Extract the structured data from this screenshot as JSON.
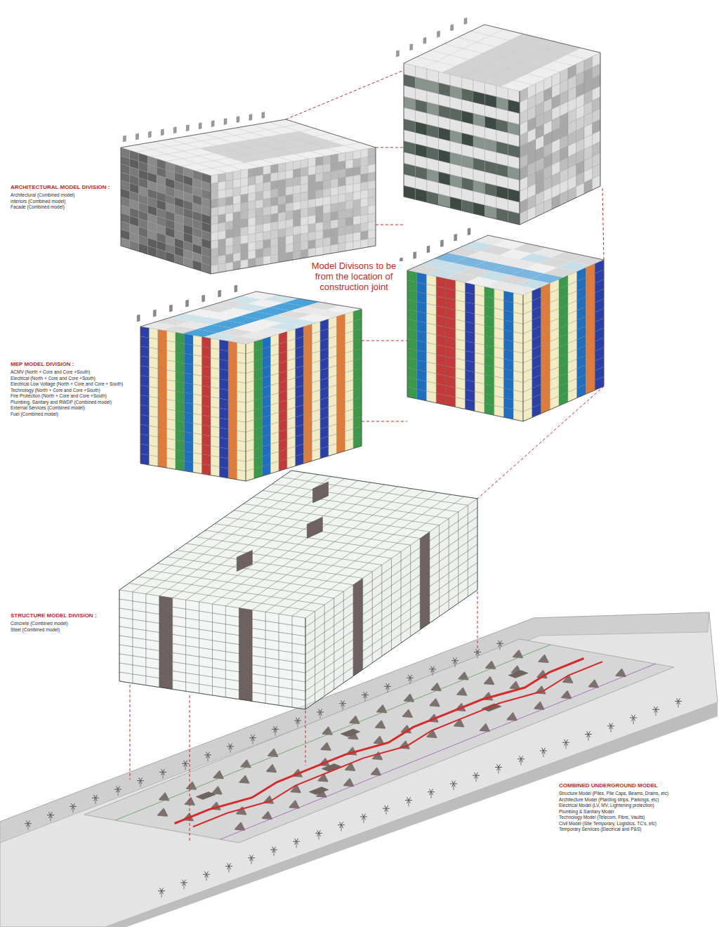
{
  "diagram": {
    "labels": [
      "ARCHITECTURAL MODEL DIVISION :",
      "Architectural (Combined model)",
      "interiors (Combined model)",
      "Facade (Combined model)",
      "Model Divisons to be from the location of construction joint",
      "MEP MODEL DIVISION :",
      "ACMV (North + Core and Core +South)",
      "Electrical (North + Core and Core +South)",
      "Electrical Low Voltage (North + Core and Core + South)",
      "Technology (North + Core and Core +South)",
      "Fire Protection (North + Core and Core +South)",
      "Plumbing, Sanitary and RWDP (Combined model)",
      "External Services (Combined model)",
      "Fuel (Combined model)",
      "STRUCTURE MODEL DIVISION :",
      "Concrete (Combined model)",
      "Steel (Combined model)",
      "COMBINED UNDERGROUND MODEL",
      "Structure Model (Piles, Pile Caps, Beams, Drains, etc)",
      "Architecture Model (Planting strips, Parkings, etc)",
      "Electrical Model (LV, MV, Lightening protection)",
      "Plumbing & Sanitary Model",
      "Technology Model (Telecom, Fibre, Vaults)",
      "Civil Model (Site Temporary, Logistics, TC's, etc)",
      "Temporary Services (Electrical and P&S)"
    ]
  }
}
